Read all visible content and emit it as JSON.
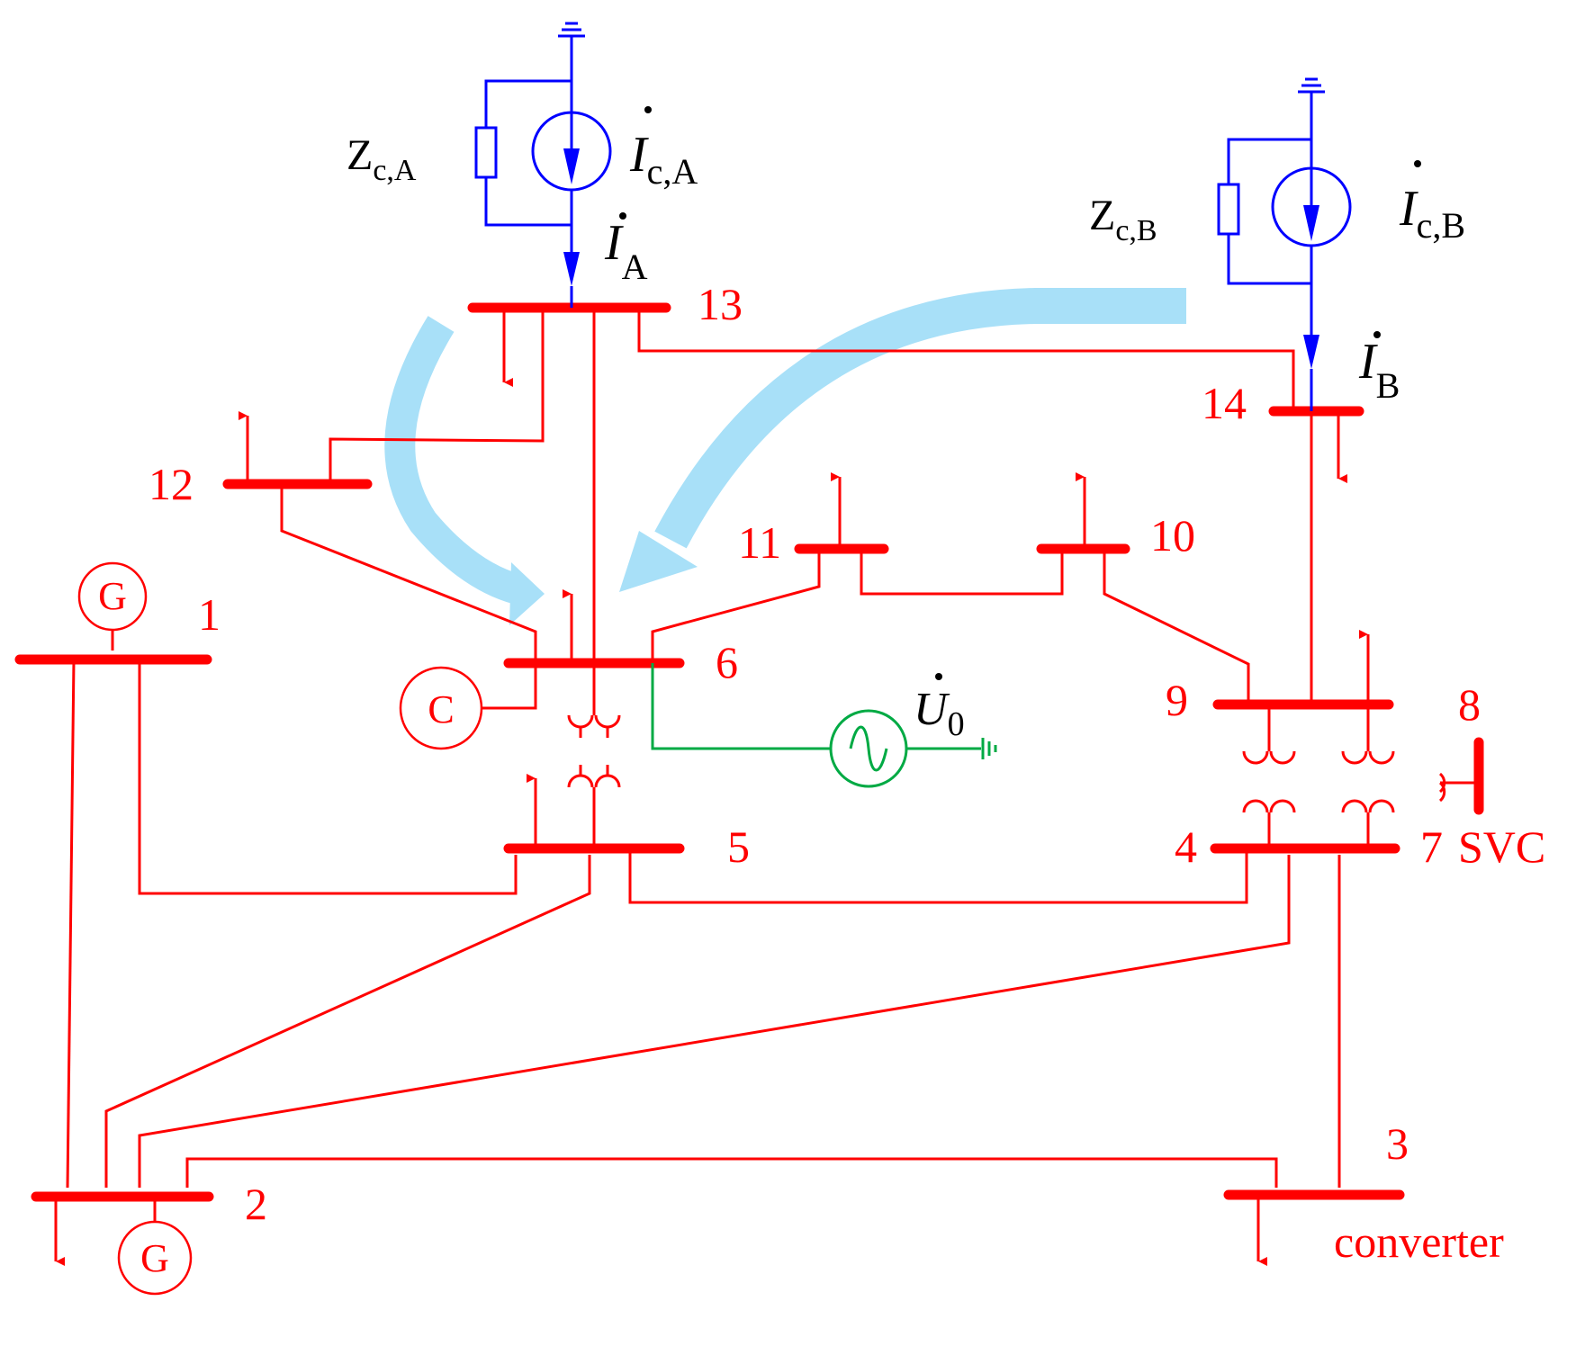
{
  "colors": {
    "network": "#ff0000",
    "injection": "#0000ff",
    "source": "#00aa44",
    "flow_arrow": "#a8e0f8"
  },
  "buses": [
    {
      "id": "b1",
      "label": "1"
    },
    {
      "id": "b2",
      "label": "2"
    },
    {
      "id": "b3",
      "label": "3"
    },
    {
      "id": "b4",
      "label": "4"
    },
    {
      "id": "b5",
      "label": "5"
    },
    {
      "id": "b6",
      "label": "6"
    },
    {
      "id": "b7",
      "label": "7"
    },
    {
      "id": "b8",
      "label": "8"
    },
    {
      "id": "b9",
      "label": "9"
    },
    {
      "id": "b10",
      "label": "10"
    },
    {
      "id": "b11",
      "label": "11"
    },
    {
      "id": "b12",
      "label": "12"
    },
    {
      "id": "b13",
      "label": "13"
    },
    {
      "id": "b14",
      "label": "14"
    }
  ],
  "symbols": {
    "generator": "G",
    "condenser": "C",
    "svc": "SVC",
    "converter": "converter"
  },
  "injection_a": {
    "impedance_main": "Z",
    "impedance_sub": "c,A",
    "source_main": "I",
    "source_sub": "c,A",
    "current_main": "I",
    "current_sub": "A"
  },
  "injection_b": {
    "impedance_main": "Z",
    "impedance_sub": "c,B",
    "source_main": "I",
    "source_sub": "c,B",
    "current_main": "I",
    "current_sub": "B"
  },
  "voltage_source": {
    "main": "U",
    "sub": "0"
  }
}
